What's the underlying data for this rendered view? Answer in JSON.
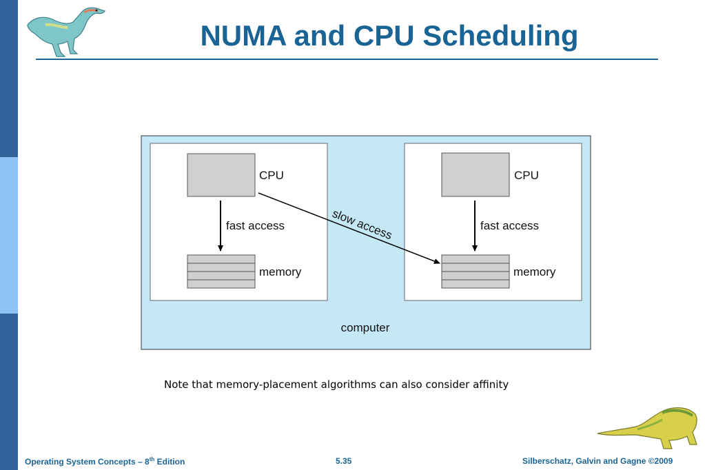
{
  "slide": {
    "title": "NUMA and CPU Scheduling",
    "note": "Note that memory-placement algorithms can also consider affinity"
  },
  "diagram": {
    "outer_label": "computer",
    "nodes": [
      {
        "cpu_label": "CPU",
        "access_label": "fast access",
        "memory_label": "memory"
      },
      {
        "cpu_label": "CPU",
        "access_label": "fast access",
        "memory_label": "memory"
      }
    ],
    "cross_link_label": "slow access"
  },
  "footer": {
    "book": "Operating System Concepts – 8",
    "ordinal": "th",
    "edition": " Edition",
    "page": "5.35",
    "copyright": "Silberschatz, Galvin and Gagne ©2009"
  },
  "colors": {
    "title": "#1a6395",
    "sidebar_dark": "#34629a",
    "sidebar_light": "#8ec3f5",
    "computer_fill": "#c5e8f7",
    "cpu_fill": "#d0d0d0"
  },
  "icons": [
    "dinosaur-logo-icon",
    "dinosaur-footer-icon"
  ]
}
